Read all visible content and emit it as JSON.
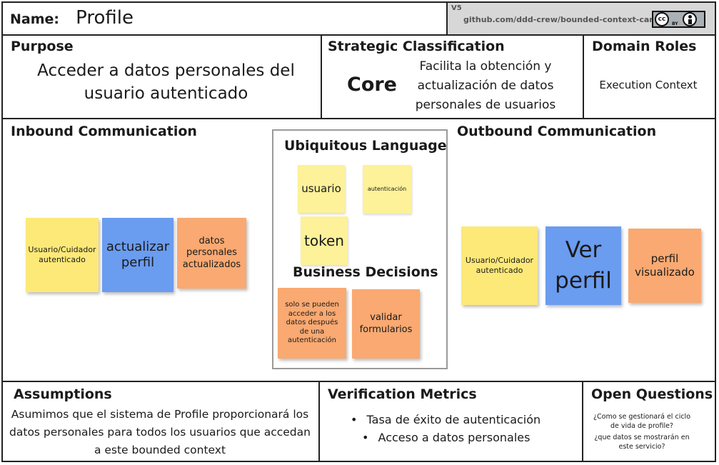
{
  "header": {
    "name_label": "Name:",
    "name_value": "Profile",
    "version": "V5",
    "repo": "github.com/ddd-crew/bounded-context-canvas",
    "cc_icon": "cc-icon",
    "by_icon": "by-icon",
    "by_label": "BY"
  },
  "purpose": {
    "heading": "Purpose",
    "text": "Acceder a datos personales del usuario autenticado"
  },
  "strategic": {
    "heading": "Strategic Classification",
    "core": "Core",
    "text": "Facilita la obtención y actualización de datos personales de usuarios"
  },
  "domain_roles": {
    "heading": "Domain Roles",
    "text": "Execution Context"
  },
  "inbound": {
    "heading": "Inbound Communication",
    "notes": [
      {
        "text": "Usuario/Cuidador autenticado",
        "color": "#fde978"
      },
      {
        "text": "actualizar perfil",
        "color": "#6a9cf0"
      },
      {
        "text": "datos personales actualizados",
        "color": "#f9a971"
      }
    ]
  },
  "ubiquitous": {
    "heading": "Ubiquitous Language",
    "notes": [
      {
        "text": "usuario",
        "color": "#fdf199"
      },
      {
        "text": "autenticación",
        "color": "#fdf199"
      },
      {
        "text": "token",
        "color": "#fdf199"
      }
    ]
  },
  "business": {
    "heading": "Business Decisions",
    "notes": [
      {
        "text": "solo se pueden acceder a los datos después de una autenticación",
        "color": "#f9a971"
      },
      {
        "text": "validar formularios",
        "color": "#f9a971"
      }
    ]
  },
  "outbound": {
    "heading": "Outbound Communication",
    "notes": [
      {
        "text": "Usuario/Cuidador autenticado",
        "color": "#fde978"
      },
      {
        "text": "Ver perfil",
        "color": "#6a9cf0"
      },
      {
        "text": "perfil visualizado",
        "color": "#f9a971"
      }
    ]
  },
  "assumptions": {
    "heading": "Assumptions",
    "text": "Asumimos que el sistema de Profile proporcionará los datos personales para todos los usuarios que accedan a este bounded context"
  },
  "verification": {
    "heading": "Verification Metrics",
    "items": [
      "Tasa de éxito de autenticación",
      "Acceso a datos personales"
    ]
  },
  "open_questions": {
    "heading": "Open Questions",
    "lines": [
      "¿Como se gestionará el ciclo de vida de profile?",
      "¿que datos se mostrarán en este servicio?"
    ]
  }
}
